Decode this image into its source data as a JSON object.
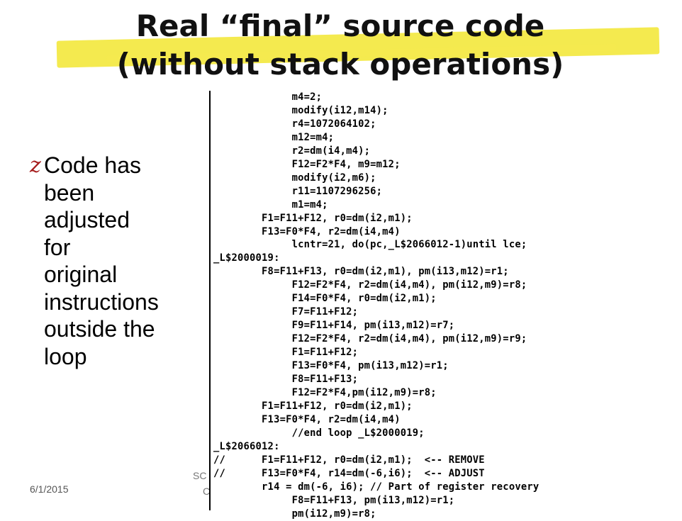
{
  "title": {
    "line1": "Real “final” source code",
    "line2": "(without stack operations)"
  },
  "bullet": {
    "icon": "z-bullet-icon",
    "text_lines": [
      "Code has",
      "been",
      "adjusted",
      "for",
      "original",
      "instructions",
      "outside the",
      "loop"
    ]
  },
  "code_lines": [
    "             m4=2;",
    "             modify(i12,m14);",
    "             r4=1072064102;",
    "             m12=m4;",
    "             r2=dm(i4,m4);",
    "             F12=F2*F4, m9=m12;",
    "             modify(i2,m6);",
    "             r11=1107296256;",
    "             m1=m4;",
    "        F1=F11+F12, r0=dm(i2,m1);",
    "        F13=F0*F4, r2=dm(i4,m4)",
    "             lcntr=21, do(pc,_L$2066012-1)until lce;",
    "_L$2000019:",
    "        F8=F11+F13, r0=dm(i2,m1), pm(i13,m12)=r1;",
    "             F12=F2*F4, r2=dm(i4,m4), pm(i12,m9)=r8;",
    "             F14=F0*F4, r0=dm(i2,m1);",
    "             F7=F11+F12;",
    "             F9=F11+F14, pm(i13,m12)=r7;",
    "             F12=F2*F4, r2=dm(i4,m4), pm(i12,m9)=r9;",
    "             F1=F11+F12;",
    "             F13=F0*F4, pm(i13,m12)=r1;",
    "             F8=F11+F13;",
    "             F12=F2*F4,pm(i12,m9)=r8;",
    "        F1=F11+F12, r0=dm(i2,m1);",
    "        F13=F0*F4, r2=dm(i4,m4)",
    "             //end loop _L$2000019;",
    "_L$2066012:",
    "//      F1=F11+F12, r0=dm(i2,m1);  <-- REMOVE",
    "//      F13=F0*F4, r14=dm(-6,i6);  <-- ADJUST",
    "        r14 = dm(-6, i6); // Part of register recovery",
    "             F8=F11+F13, pm(i13,m12)=r1;",
    "             pm(i12,m9)=r8;"
  ],
  "footer": {
    "date": "6/1/2015",
    "fragment_line1": "SC",
    "fragment_line2": "C"
  }
}
